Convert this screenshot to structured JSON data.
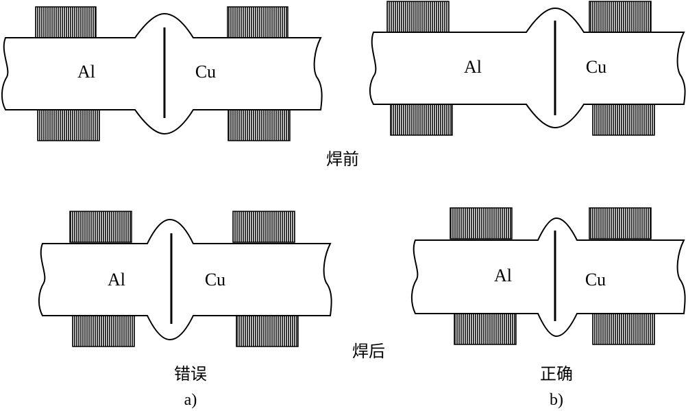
{
  "rods": [
    {
      "id": "before-a",
      "left_label": "Al",
      "right_label": "Cu"
    },
    {
      "id": "before-b",
      "left_label": "Al",
      "right_label": "Cu"
    },
    {
      "id": "after-a",
      "left_label": "Al",
      "right_label": "Cu"
    },
    {
      "id": "after-b",
      "left_label": "Al",
      "right_label": "Cu"
    }
  ],
  "captions": {
    "before": "焊前",
    "after": "焊后",
    "wrong": "错误",
    "correct": "正确",
    "label_a": "a)",
    "label_b": "b)"
  },
  "colors": {
    "line": "#000000",
    "clamp_fill": "#555555",
    "background": "#ffffff"
  }
}
